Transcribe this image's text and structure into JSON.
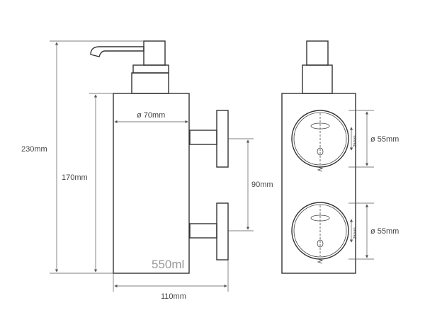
{
  "dimensions": {
    "total_height": "230mm",
    "body_height": "170mm",
    "body_diameter": "ø 70mm",
    "mount_spacing": "90mm",
    "depth": "110mm",
    "plate_diameter_top": "ø 55mm",
    "plate_diameter_bottom": "ø 55mm",
    "slot_spacing_top": "25mm",
    "slot_spacing_bottom": "25mm"
  },
  "capacity_label": "550ml"
}
